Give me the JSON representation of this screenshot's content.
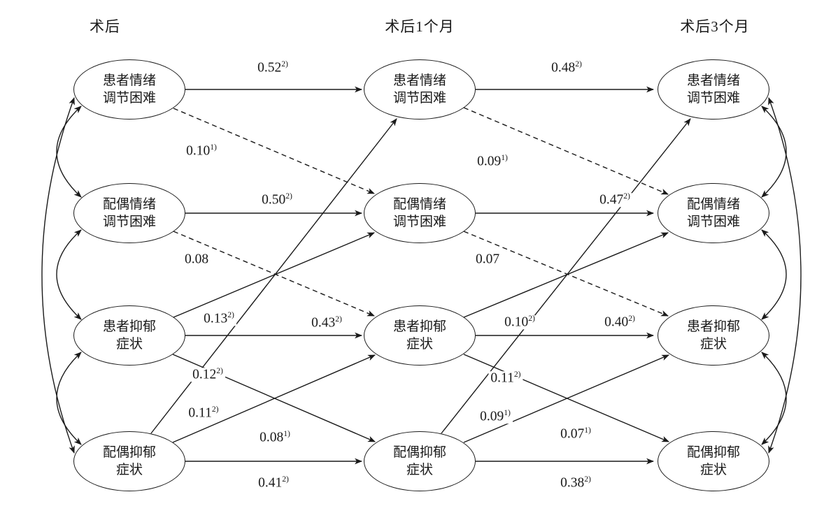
{
  "headers": {
    "t1": "术后",
    "t2": "术后1个月",
    "t3": "术后3个月"
  },
  "node_labels": {
    "patient_emotion": {
      "line1": "患者情绪",
      "line2": "调节困难"
    },
    "spouse_emotion": {
      "line1": "配偶情绪",
      "line2": "调节困难"
    },
    "patient_depression": {
      "line1": "患者抑郁",
      "line2": "症状"
    },
    "spouse_depression": {
      "line1": "配偶抑郁",
      "line2": "症状"
    }
  },
  "coefficients": {
    "t1_t2": {
      "pe_pe": {
        "value": "0.52",
        "sup": "2)"
      },
      "pe_se": {
        "value": "0.10",
        "sup": "1)"
      },
      "se_se": {
        "value": "0.50",
        "sup": "2)"
      },
      "se_pd": {
        "value": "0.08",
        "sup": ""
      },
      "pd_se": {
        "value": "0.13",
        "sup": "2)"
      },
      "pd_pd": {
        "value": "0.43",
        "sup": "2)"
      },
      "pd_sd": {
        "value": "0.12",
        "sup": "2)"
      },
      "sd_pe": {
        "value": "0.11",
        "sup": "2)"
      },
      "sd_pd": {
        "value": "0.08",
        "sup": "1)"
      },
      "sd_sd": {
        "value": "0.41",
        "sup": "2)"
      }
    },
    "t2_t3": {
      "pe_pe": {
        "value": "0.48",
        "sup": "2)"
      },
      "pe_se": {
        "value": "0.09",
        "sup": "1)"
      },
      "se_se": {
        "value": "0.47",
        "sup": "2)"
      },
      "se_pd": {
        "value": "0.07",
        "sup": ""
      },
      "pd_se": {
        "value": "0.10",
        "sup": "2)"
      },
      "pd_pd": {
        "value": "0.40",
        "sup": "2)"
      },
      "pd_sd": {
        "value": "0.11",
        "sup": "2)"
      },
      "sd_pe": {
        "value": "0.09",
        "sup": "1)"
      },
      "sd_pd": {
        "value": "0.07",
        "sup": "1)"
      },
      "sd_sd": {
        "value": "0.38",
        "sup": "2)"
      }
    }
  },
  "colors": {
    "ink": "#1a1a1a",
    "background": "#ffffff"
  }
}
